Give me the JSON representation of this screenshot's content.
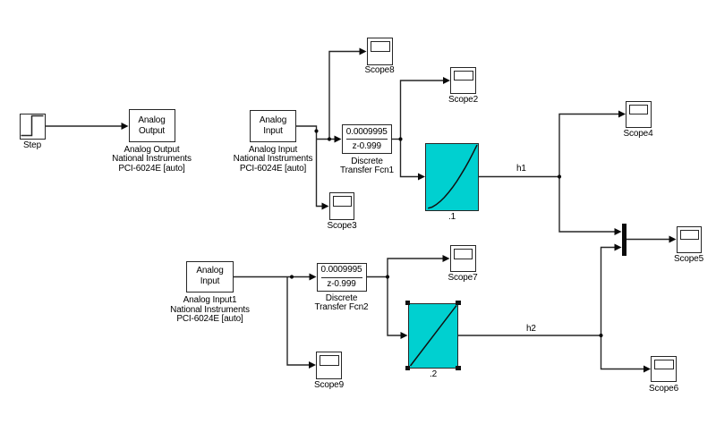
{
  "diagram": {
    "application": "Simulink model diagram",
    "colors": {
      "background": "#ffffff",
      "line": "#262626",
      "block_fill": "#ffffff",
      "lookup_block_fill": "#00d0d0",
      "text": "#000000"
    },
    "blocks": {
      "step": {
        "label": "Step",
        "icon": "step-signal-icon"
      },
      "analog_output": {
        "text_line1": "Analog",
        "text_line2": "Output",
        "label_line1": "Analog Output",
        "label_line2": "National Instruments",
        "label_line3": "PCI-6024E [auto]"
      },
      "analog_input": {
        "text_line1": "Analog",
        "text_line2": "Input",
        "label_line1": "Analog Input",
        "label_line2": "National Instruments",
        "label_line3": "PCI-6024E [auto]"
      },
      "analog_input1": {
        "text_line1": "Analog",
        "text_line2": "Input",
        "label_line1": "Analog Input1",
        "label_line2": "National Instruments",
        "label_line3": "PCI-6024E [auto]"
      },
      "discrete_tf1": {
        "numerator": "0.0009995",
        "denominator": "z-0.999",
        "label_line1": "Discrete",
        "label_line2": "Transfer Fcn1"
      },
      "discrete_tf2": {
        "numerator": "0.0009995",
        "denominator": "z-0.999",
        "label_line1": "Discrete",
        "label_line2": "Transfer Fcn2"
      },
      "lookup1": {
        "label": ".1",
        "icon": "curve-icon"
      },
      "lookup2": {
        "label": ".2",
        "icon": "diagonal-line-icon",
        "selected": true
      },
      "mux": {
        "label": ""
      },
      "scope8": {
        "label": "Scope8"
      },
      "scope2": {
        "label": "Scope2"
      },
      "scope3": {
        "label": "Scope3"
      },
      "scope4": {
        "label": "Scope4"
      },
      "scope5": {
        "label": "Scope5"
      },
      "scope6": {
        "label": "Scope6"
      },
      "scope7": {
        "label": "Scope7"
      },
      "scope9": {
        "label": "Scope9"
      }
    },
    "signal_labels": {
      "h1": "h1",
      "h2": "h2"
    }
  }
}
